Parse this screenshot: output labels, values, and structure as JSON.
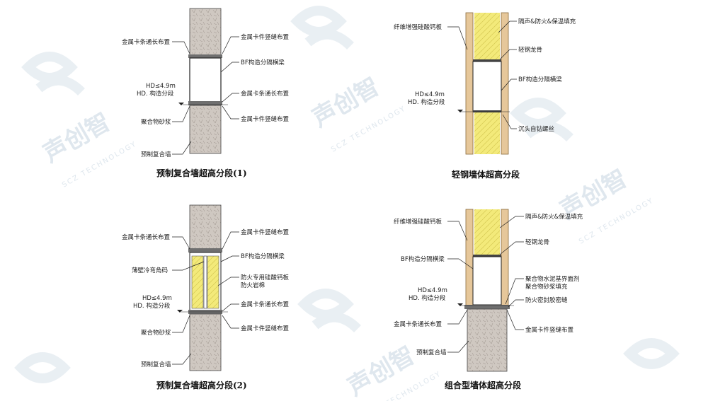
{
  "watermark": {
    "brand": "声创智",
    "sub": "SCZ TECHNOLOGY"
  },
  "panels": {
    "p1": {
      "caption": "预制复合墙超高分段(1)",
      "labels": {
        "a": "金属卡条通长布置",
        "b": "金属卡件竖缝布置",
        "c": "BF构造分隔横梁",
        "d1": "HD≤4.9m",
        "d2": "HD. 构造分段",
        "e": "金属卡条通长布置",
        "f": "金属卡件竖缝布置",
        "g": "聚合物砂浆",
        "h": "预制复合墙"
      }
    },
    "p2": {
      "caption": "轻钢墙体超高分段",
      "labels": {
        "a": "纤维增强硅酸钙板",
        "b": "隔声&防火&保温填充",
        "c": "轻钢龙骨",
        "d": "BF构造分隔横梁",
        "e1": "HD≤4.9m",
        "e2": "HD. 构造分段",
        "f": "沉头自钻螺丝"
      }
    },
    "p3": {
      "caption": "预制复合墙超高分段(2)",
      "labels": {
        "a": "金属卡条通长布置",
        "b": "金属卡件竖缝布置",
        "c": "BF构造分隔横梁",
        "d": "薄壁冷弯角码",
        "e1": "防火专用硅酸钙板",
        "e2": "防火岩棉",
        "f1": "HD≤4.9m",
        "f2": "HD. 构造分段",
        "g": "金属卡条通长布置",
        "h": "聚合物砂浆",
        "i": "金属卡件竖缝布置",
        "j": "预制复合墙"
      }
    },
    "p4": {
      "caption": "组合型墙体超高分段",
      "labels": {
        "a": "纤维增强硅酸钙板",
        "b": "隔声&防火&保温填充",
        "c": "轻钢龙骨",
        "d": "BF构造分隔横梁",
        "e1": "聚合物水泥基界面剂",
        "e2": "聚合物砂浆填充",
        "f1": "HD≤4.9m",
        "f2": "HD. 构造分段",
        "g": "防火密封胶密缝",
        "h": "金属卡条通长布置",
        "i": "金属卡件竖缝布置",
        "j": "预制复合墙"
      }
    }
  },
  "colors": {
    "concrete": "#cdc6bf",
    "insulation": "#f3ea7a",
    "metal": "#6f6f6f",
    "board": "#e6c79a"
  }
}
